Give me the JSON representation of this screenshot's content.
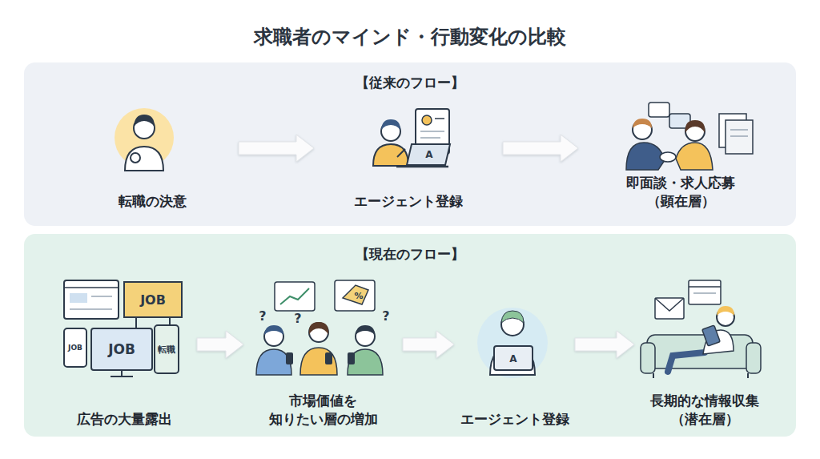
{
  "diagram": {
    "title": "求職者のマインド・行動変化の比較",
    "nodes": [
      {
        "text": [
          "【従来のフロー】"
        ]
      },
      {
        "text": [
          "転職の決意"
        ],
        "in": 0
      },
      {
        "text": [
          "エージェント登録"
        ],
        "in": 0
      },
      {
        "text": [
          "即面談・求人応募 （顕在層）"
        ],
        "in": 0
      },
      {
        "text": [
          "【現在のフロー】"
        ]
      },
      {
        "text": [
          "広告の大量露出"
        ],
        "in": 4
      },
      {
        "text": [
          "市場価値を 知りたい層の増加"
        ],
        "in": 4
      },
      {
        "text": [
          "エージェント登録"
        ],
        "in": 4
      },
      {
        "text": [
          "長期的な情報収集 （潜在層）"
        ],
        "in": 4
      }
    ],
    "edges": [
      {
        "from": 1,
        "to": 2,
        "arrow": "to"
      },
      {
        "from": 2,
        "to": 3,
        "arrow": "to"
      },
      {
        "from": 5,
        "to": 6,
        "arrow": "to"
      },
      {
        "from": 6,
        "to": 7,
        "arrow": "to"
      },
      {
        "from": 7,
        "to": 8,
        "arrow": "to"
      }
    ],
    "labels": [
      "A",
      "JOB",
      "JOB",
      "JOB",
      "転職",
      "?",
      "?",
      "?",
      "%",
      "A"
    ]
  }
}
